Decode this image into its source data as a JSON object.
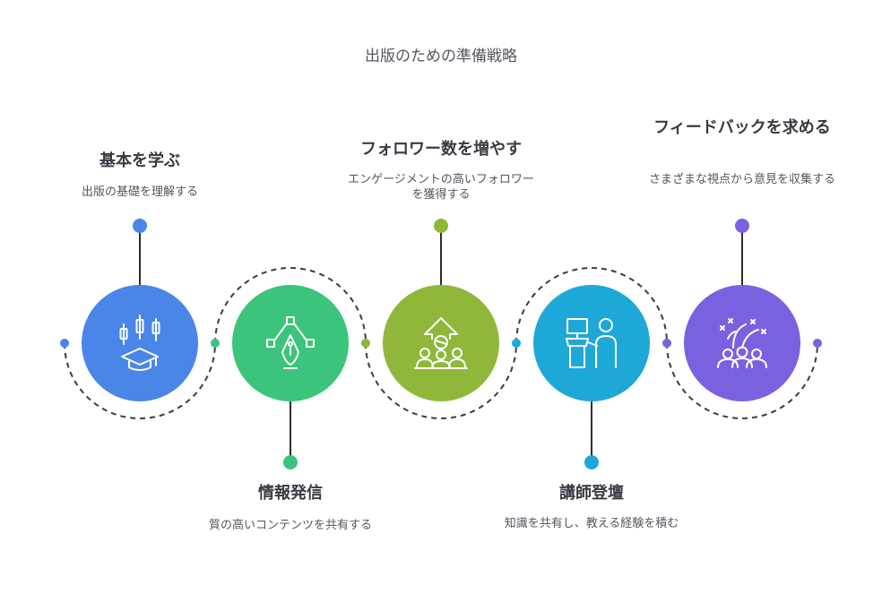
{
  "title": "出版のための準備戦略",
  "steps": [
    {
      "heading": "基本を学ぶ",
      "description": "出版の基礎を理解する",
      "color": "#4a86e8",
      "icon": "graduation-chart-icon"
    },
    {
      "heading": "情報発信",
      "description": "質の高いコンテンツを共有する",
      "color": "#3cc47c",
      "icon": "pen-tool-icon"
    },
    {
      "heading": "フォロワー数を増やす",
      "description": "エンゲージメントの高いフォロワーを獲得する",
      "color": "#8fb83a",
      "icon": "growing-audience-icon"
    },
    {
      "heading": "講師登壇",
      "description": "知識を共有し、教える経験を積む",
      "color": "#1ea8d8",
      "icon": "lecturer-podium-icon"
    },
    {
      "heading": "フィードバックを求める",
      "description": "さまざまな視点から意見を収集する",
      "color": "#7b61e0",
      "icon": "group-feedback-icon"
    }
  ]
}
